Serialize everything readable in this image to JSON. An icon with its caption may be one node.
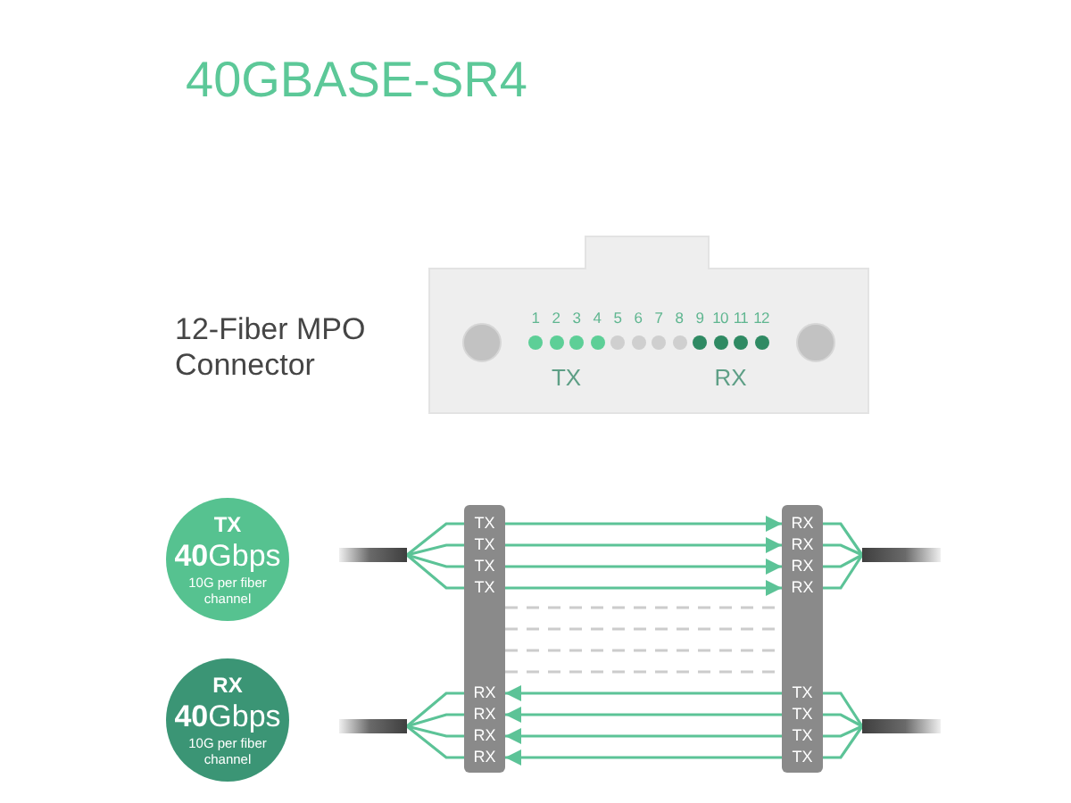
{
  "diagram": {
    "title": "40GBASE-SR4",
    "nodes": [
      {
        "text": [
          "12-Fiber MPO Connector",
          "1",
          "2",
          "3",
          "4",
          "5",
          "6",
          "7",
          "8",
          "9",
          "10",
          "11",
          "12",
          "TX",
          "RX"
        ]
      },
      {
        "text": [
          "TX",
          "**40**Gbps",
          "10G per fiber channel"
        ]
      },
      {
        "text": [
          "RX",
          "**40**Gbps",
          "10G per fiber channel"
        ]
      },
      {
        "text": [],
        "shape": "cable"
      },
      {
        "text": [],
        "shape": "cable"
      },
      {
        "text": [],
        "shape": "bar"
      },
      {
        "text": [
          "TX"
        ],
        "in": 5
      },
      {
        "text": [
          "TX"
        ],
        "in": 5
      },
      {
        "text": [
          "TX"
        ],
        "in": 5
      },
      {
        "text": [
          "TX"
        ],
        "in": 5
      },
      {
        "text": [
          "RX"
        ],
        "in": 5
      },
      {
        "text": [
          "RX"
        ],
        "in": 5
      },
      {
        "text": [
          "RX"
        ],
        "in": 5
      },
      {
        "text": [
          "RX"
        ],
        "in": 5
      },
      {
        "text": [],
        "shape": "bar"
      },
      {
        "text": [
          "RX"
        ],
        "in": 14
      },
      {
        "text": [
          "RX"
        ],
        "in": 14
      },
      {
        "text": [
          "RX"
        ],
        "in": 14
      },
      {
        "text": [
          "RX"
        ],
        "in": 14
      },
      {
        "text": [
          "TX"
        ],
        "in": 14
      },
      {
        "text": [
          "TX"
        ],
        "in": 14
      },
      {
        "text": [
          "TX"
        ],
        "in": 14
      },
      {
        "text": [
          "TX"
        ],
        "in": 14
      },
      {
        "text": [],
        "shape": "cable"
      },
      {
        "text": [],
        "shape": "cable"
      }
    ],
    "edges": [
      {
        "from": 3,
        "to": 6,
        "arrow": "none"
      },
      {
        "from": 3,
        "to": 7,
        "arrow": "none"
      },
      {
        "from": 3,
        "to": 8,
        "arrow": "none"
      },
      {
        "from": 3,
        "to": 9,
        "arrow": "none"
      },
      {
        "from": 6,
        "to": 15,
        "arrow": "to"
      },
      {
        "from": 7,
        "to": 16,
        "arrow": "to"
      },
      {
        "from": 8,
        "to": 17,
        "arrow": "to"
      },
      {
        "from": 9,
        "to": 18,
        "arrow": "to"
      },
      {
        "from": 15,
        "to": 23,
        "arrow": "none"
      },
      {
        "from": 16,
        "to": 23,
        "arrow": "none"
      },
      {
        "from": 17,
        "to": 23,
        "arrow": "none"
      },
      {
        "from": 18,
        "to": 23,
        "arrow": "none"
      },
      {
        "from": 5,
        "to": 14,
        "arrow": "none",
        "style": "dashed",
        "color": "#cccccc"
      },
      {
        "from": 5,
        "to": 14,
        "arrow": "none",
        "style": "dashed",
        "color": "#cccccc"
      },
      {
        "from": 5,
        "to": 14,
        "arrow": "none",
        "style": "dashed",
        "color": "#cccccc"
      },
      {
        "from": 5,
        "to": 14,
        "arrow": "none",
        "style": "dashed",
        "color": "#cccccc"
      },
      {
        "from": 4,
        "to": 10,
        "arrow": "none"
      },
      {
        "from": 4,
        "to": 11,
        "arrow": "none"
      },
      {
        "from": 4,
        "to": 12,
        "arrow": "none"
      },
      {
        "from": 4,
        "to": 13,
        "arrow": "none"
      },
      {
        "from": 19,
        "to": 10,
        "arrow": "to"
      },
      {
        "from": 20,
        "to": 11,
        "arrow": "to"
      },
      {
        "from": 21,
        "to": 12,
        "arrow": "to"
      },
      {
        "from": 22,
        "to": 13,
        "arrow": "to"
      },
      {
        "from": 19,
        "to": 24,
        "arrow": "none"
      },
      {
        "from": 20,
        "to": 24,
        "arrow": "none"
      },
      {
        "from": 21,
        "to": 24,
        "arrow": "none"
      },
      {
        "from": 22,
        "to": 24,
        "arrow": "none"
      }
    ]
  }
}
